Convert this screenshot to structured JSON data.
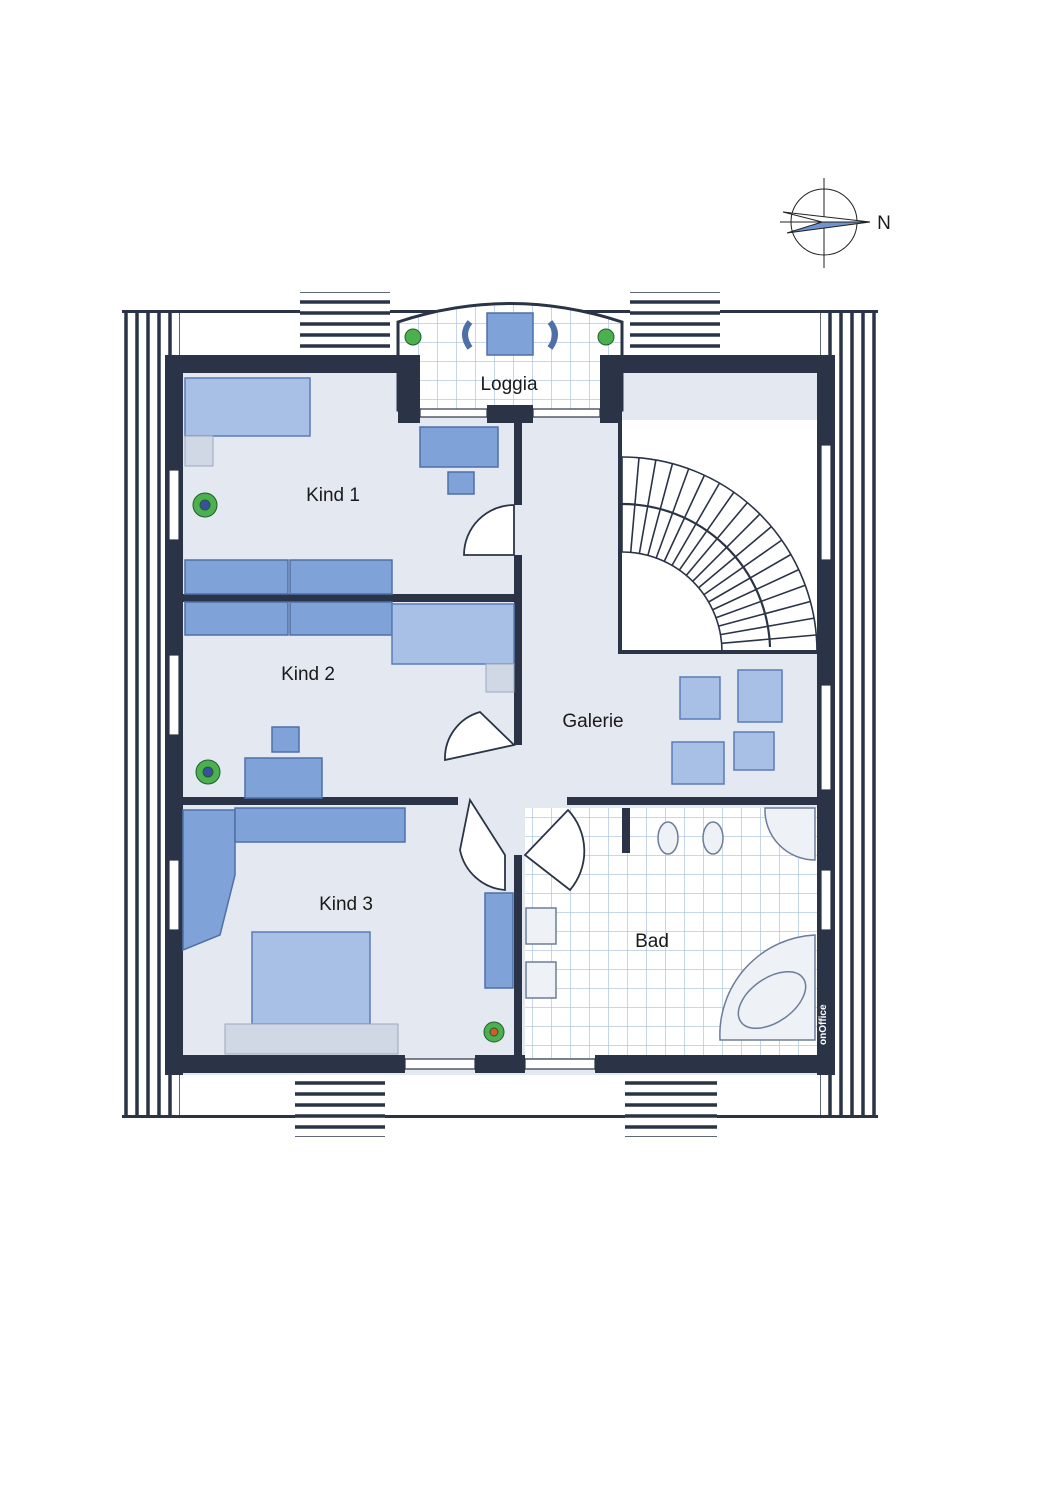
{
  "compass": {
    "label": "N"
  },
  "rooms": {
    "loggia": "Loggia",
    "kind1": "Kind 1",
    "kind2": "Kind 2",
    "kind3": "Kind 3",
    "galerie": "Galerie",
    "bad": "Bad"
  },
  "logo": {
    "text": "onOffice"
  },
  "colors": {
    "wall": "#2b3446",
    "furniture": "#7fa2d8",
    "floor": "#e4e8f1",
    "tile_grid": "#a8bfe0"
  }
}
